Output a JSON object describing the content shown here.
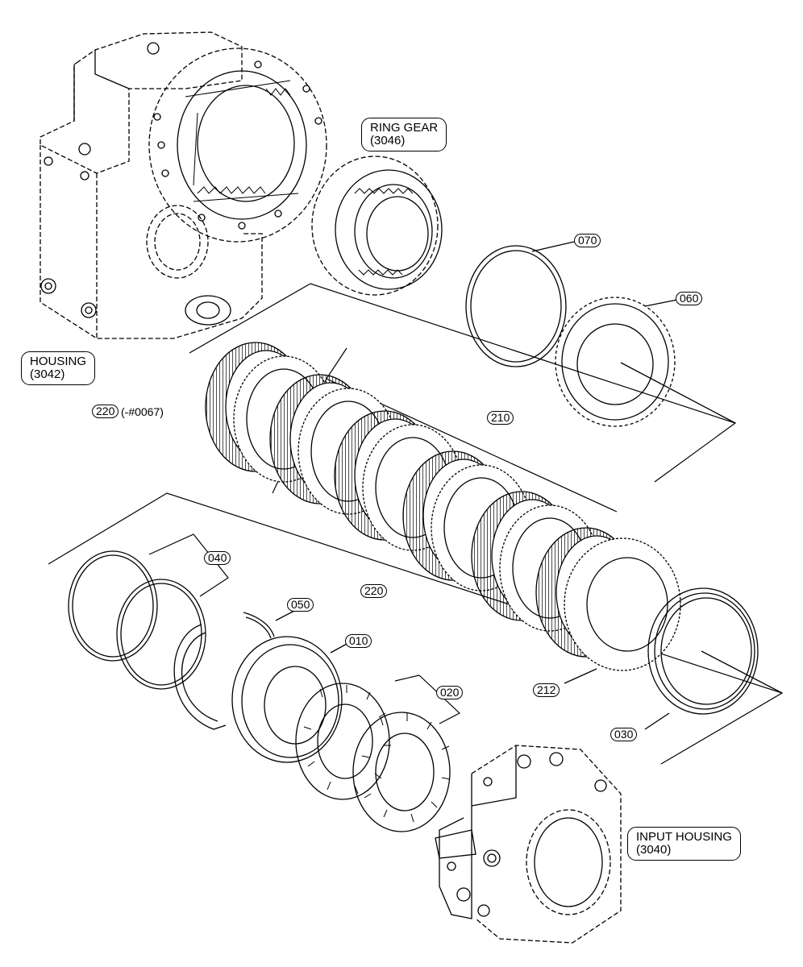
{
  "labels": {
    "ring_gear": {
      "name": "RING GEAR",
      "code": "(3046)"
    },
    "housing": {
      "name": "HOUSING",
      "code": "(3042)"
    },
    "input_housing": {
      "name": "INPUT HOUSING",
      "code": "(3040)"
    }
  },
  "callouts": {
    "c070": "070",
    "c060": "060",
    "c220_top": "220",
    "c220_top_suffix": "(-#0067)",
    "c210": "210",
    "c220_mid": "220",
    "c040": "040",
    "c050": "050",
    "c010": "010",
    "c020": "020",
    "c212": "212",
    "c030": "030"
  }
}
